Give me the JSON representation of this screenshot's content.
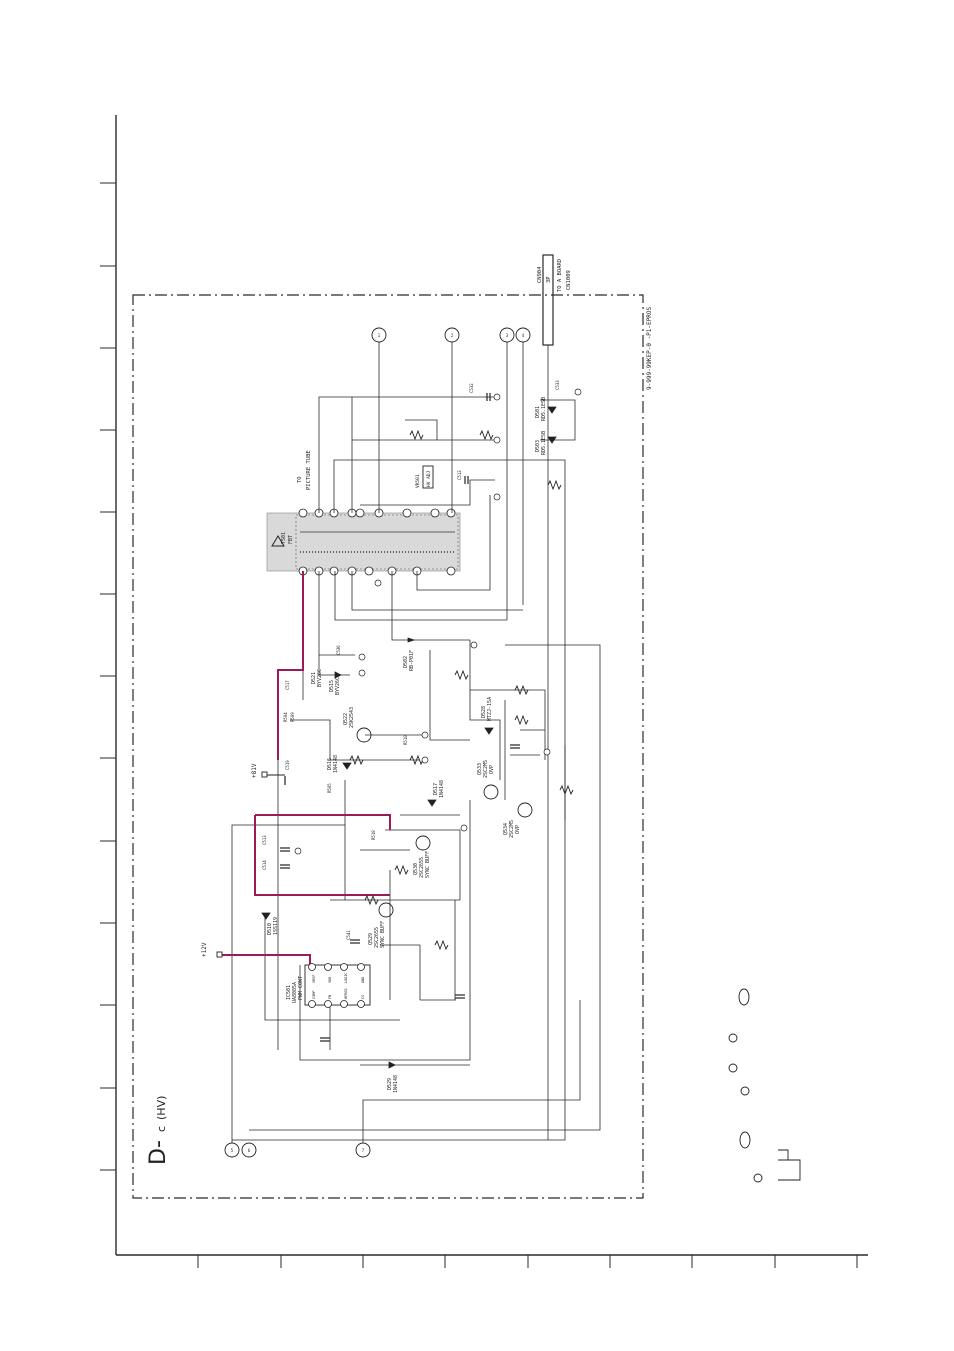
{
  "board": {
    "title": "D-",
    "circled_letter": "c",
    "suffix": "(HV)",
    "model_code": "9-999-99KEP-0 -P1-EPROS"
  },
  "connector": {
    "cn": "CN904",
    "pins": "3P",
    "label": "TO A BOARD",
    "target": "CN1009"
  },
  "fbt": {
    "label1": "TO",
    "label2": "PICTURE TUBE",
    "ref": "T501",
    "type": "FBT"
  },
  "rails": {
    "v12": "+12V",
    "v81": "+81V"
  },
  "ic": {
    "ref": "IC501",
    "part": "UA8085A",
    "desc": "PWM CONT",
    "pins_top": [
      "VREF",
      "VDD",
      "LOGIC",
      "GND",
      "OUT"
    ],
    "pins_bottom": [
      "COMP",
      "FB",
      "HFREQ",
      "CS",
      "RT"
    ]
  },
  "transistors": [
    {
      "ref": "Q529",
      "part": "2SC2655",
      "desc": "SYNC BUFF"
    },
    {
      "ref": "Q530",
      "part": "2SC2655",
      "desc": "SYNC BUFF"
    },
    {
      "ref": "Q522",
      "part": "2SK2543"
    },
    {
      "ref": "Q533",
      "part": "2SC2M5",
      "desc": "OVP"
    },
    {
      "ref": "Q534",
      "part": "2SC2M5",
      "desc": "OVP"
    }
  ],
  "diodes": [
    {
      "ref": "D515",
      "part": "BYV26C"
    },
    {
      "ref": "D516",
      "part": "1N4148"
    },
    {
      "ref": "D517",
      "part": "1N4148"
    },
    {
      "ref": "D521",
      "part": "BYV26C"
    },
    {
      "ref": "D528",
      "part": "MTZJ-15A"
    },
    {
      "ref": "D529",
      "part": "1N4148"
    },
    {
      "ref": "D502",
      "part": "RB-P01F"
    },
    {
      "ref": "D501",
      "part": "RD5.1ESB"
    },
    {
      "ref": "D503",
      "part": "RD5.1ESB"
    },
    {
      "ref": "D510",
      "part": "1SS119"
    }
  ],
  "passives": {
    "r1": "R504",
    "r2": "R509",
    "r3": "R505",
    "r4": "R510",
    "r5": "R518",
    "c1": "C512",
    "c2": "C513",
    "c3": "C514",
    "c4": "C517",
    "c5": "C519",
    "c6": "C532",
    "c7": "C533",
    "c8": "C536",
    "c9": "C541"
  },
  "vr": {
    "ref": "VR501",
    "value": "HV ADJ"
  },
  "spots": [
    "1",
    "2",
    "3",
    "4",
    "5",
    "6",
    "7"
  ],
  "colors": {
    "line": "#2a2a2a",
    "highlight": "#9b1a5a",
    "ic_fill": "#d9d9d9"
  }
}
